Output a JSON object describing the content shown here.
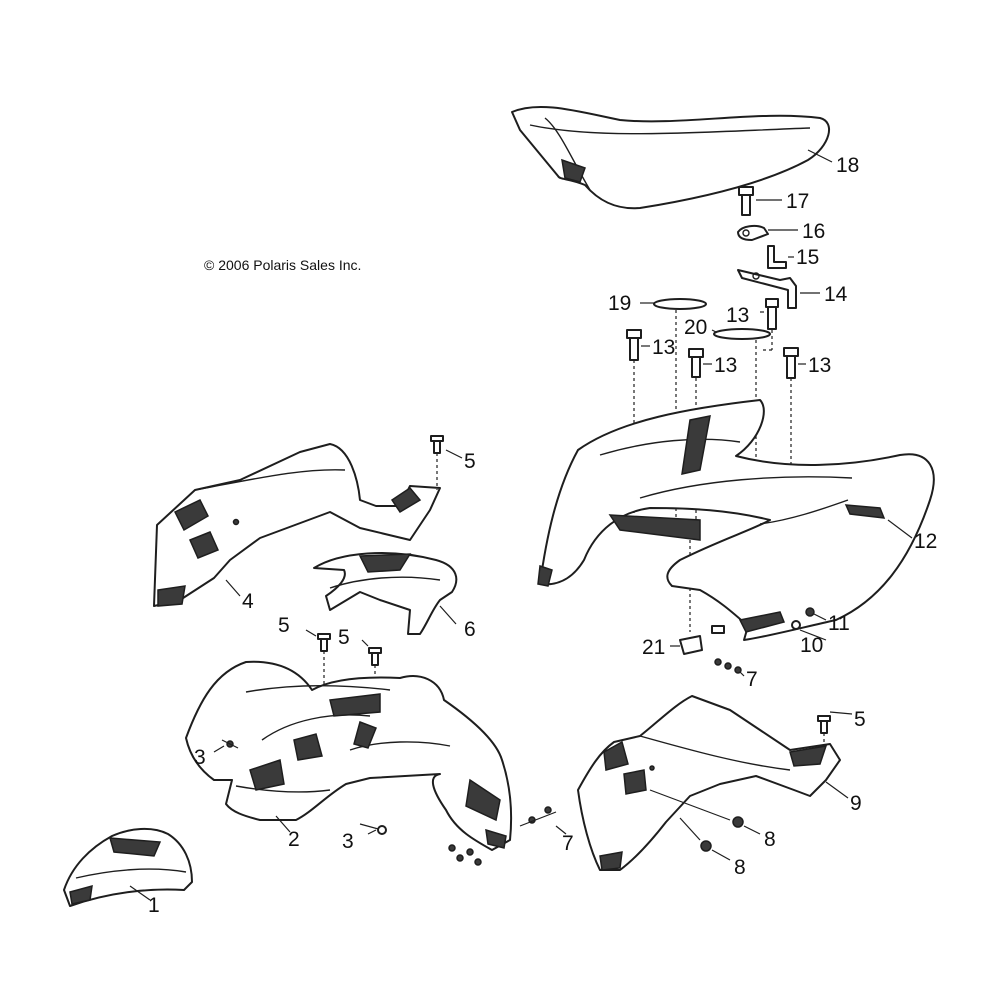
{
  "copyright": "© 2006 Polaris Sales Inc.",
  "callouts": {
    "c1": "1",
    "c2": "2",
    "c3a": "3",
    "c3b": "3",
    "c4": "4",
    "c5a": "5",
    "c5b": "5",
    "c5c": "5",
    "c5d": "5",
    "c6": "6",
    "c7a": "7",
    "c7b": "7",
    "c8a": "8",
    "c8b": "8",
    "c9": "9",
    "c10": "10",
    "c11": "11",
    "c12": "12",
    "c13a": "13",
    "c13b": "13",
    "c13c": "13",
    "c13d": "13",
    "c14": "14",
    "c15": "15",
    "c16": "16",
    "c17": "17",
    "c18": "18",
    "c19": "19",
    "c20": "20",
    "c21": "21"
  }
}
